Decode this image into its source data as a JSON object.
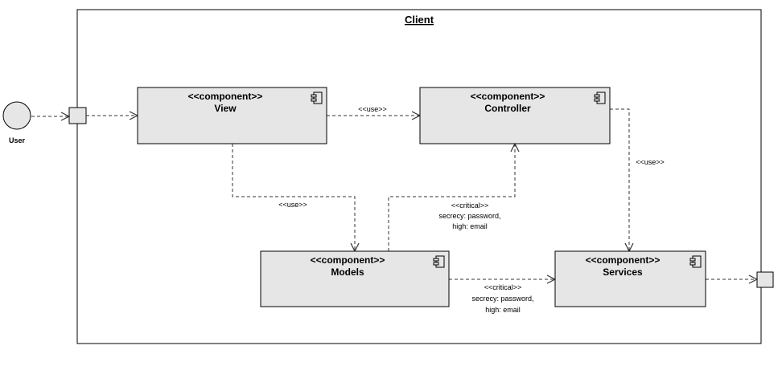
{
  "diagram": {
    "container_title": "Client",
    "actor": {
      "label": "User"
    },
    "components": [
      {
        "id": "view",
        "stereotype": "<<component>>",
        "name": "View"
      },
      {
        "id": "controller",
        "stereotype": "<<component>>",
        "name": "Controller"
      },
      {
        "id": "models",
        "stereotype": "<<component>>",
        "name": "Models"
      },
      {
        "id": "services",
        "stereotype": "<<component>>",
        "name": "Services"
      }
    ],
    "edges": [
      {
        "id": "view-controller",
        "label": [
          "<<use>>"
        ]
      },
      {
        "id": "view-models",
        "label": [
          "<<use>>"
        ]
      },
      {
        "id": "models-controller",
        "label": [
          "<<critical>>",
          "secrecy: password,",
          "high: email"
        ]
      },
      {
        "id": "controller-services",
        "label": [
          "<<use>>"
        ]
      },
      {
        "id": "models-services",
        "label": [
          "<<critical>>",
          "secrecy: password,",
          "high: email"
        ]
      }
    ]
  },
  "colors": {
    "component_fill": "#e6e6e6",
    "stroke": "#000000",
    "line": "#333333"
  }
}
